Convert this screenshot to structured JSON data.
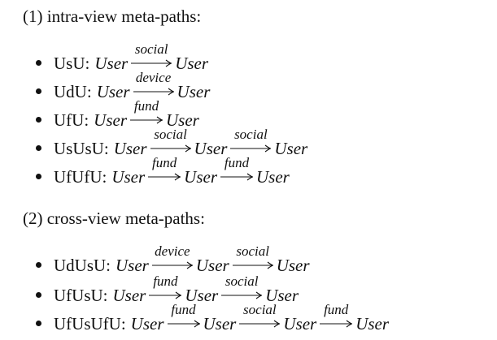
{
  "sections": [
    {
      "title": "(1) intra-view meta-paths:",
      "paths": [
        {
          "code": "UsU",
          "start": "User",
          "steps": [
            {
              "relation": "social",
              "node": "User"
            }
          ]
        },
        {
          "code": "UdU",
          "start": "User",
          "steps": [
            {
              "relation": "device",
              "node": "User"
            }
          ]
        },
        {
          "code": "UfU",
          "start": "User",
          "steps": [
            {
              "relation": "fund",
              "node": "User"
            }
          ]
        },
        {
          "code": "UsUsU",
          "start": "User",
          "steps": [
            {
              "relation": "social",
              "node": "User"
            },
            {
              "relation": "social",
              "node": "User"
            }
          ]
        },
        {
          "code": "UfUfU",
          "start": "User",
          "steps": [
            {
              "relation": "fund",
              "node": "User"
            },
            {
              "relation": "fund",
              "node": "User"
            }
          ]
        }
      ]
    },
    {
      "title": "(2) cross-view meta-paths:",
      "paths": [
        {
          "code": "UdUsU",
          "start": "User",
          "steps": [
            {
              "relation": "device",
              "node": "User"
            },
            {
              "relation": "social",
              "node": "User"
            }
          ]
        },
        {
          "code": "UfUsU",
          "start": "User",
          "steps": [
            {
              "relation": "fund",
              "node": "User"
            },
            {
              "relation": "social",
              "node": "User"
            }
          ]
        },
        {
          "code": "UfUsUfU",
          "start": "User",
          "steps": [
            {
              "relation": "fund",
              "node": "User"
            },
            {
              "relation": "social",
              "node": "User"
            },
            {
              "relation": "fund",
              "node": "User"
            }
          ]
        }
      ]
    }
  ]
}
